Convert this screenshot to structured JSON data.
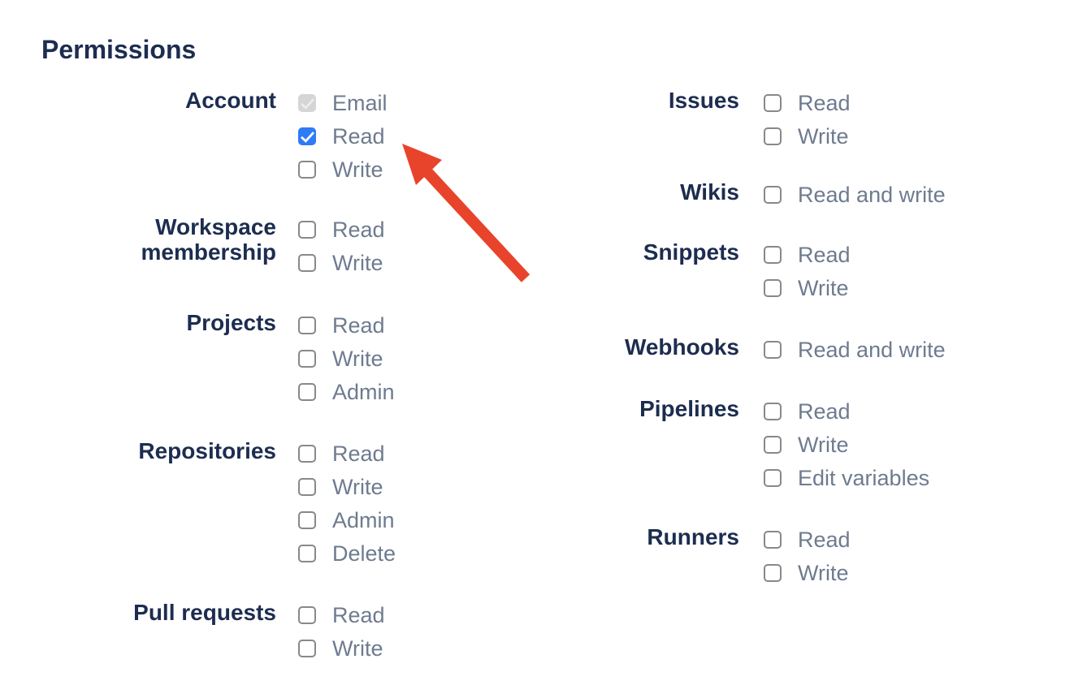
{
  "page": {
    "title": "Permissions"
  },
  "colors": {
    "heading": "#1d2d50",
    "item_label": "#6e7b8f",
    "checkbox_unchecked_border": "#88888d",
    "checkbox_checked_bg": "#2e7bf6",
    "checkbox_disabled_bg": "#d5d5d5",
    "arrow": "#e8432b"
  },
  "groups_left": [
    {
      "label": "Account",
      "items": [
        {
          "label": "Email",
          "state": "checked-disabled"
        },
        {
          "label": "Read",
          "state": "checked"
        },
        {
          "label": "Write",
          "state": "unchecked"
        }
      ]
    },
    {
      "label": "Workspace membership",
      "items": [
        {
          "label": "Read",
          "state": "unchecked"
        },
        {
          "label": "Write",
          "state": "unchecked"
        }
      ]
    },
    {
      "label": "Projects",
      "items": [
        {
          "label": "Read",
          "state": "unchecked"
        },
        {
          "label": "Write",
          "state": "unchecked"
        },
        {
          "label": "Admin",
          "state": "unchecked"
        }
      ]
    },
    {
      "label": "Repositories",
      "items": [
        {
          "label": "Read",
          "state": "unchecked"
        },
        {
          "label": "Write",
          "state": "unchecked"
        },
        {
          "label": "Admin",
          "state": "unchecked"
        },
        {
          "label": "Delete",
          "state": "unchecked"
        }
      ]
    },
    {
      "label": "Pull requests",
      "items": [
        {
          "label": "Read",
          "state": "unchecked"
        },
        {
          "label": "Write",
          "state": "unchecked"
        }
      ]
    }
  ],
  "groups_right": [
    {
      "label": "Issues",
      "items": [
        {
          "label": "Read",
          "state": "unchecked"
        },
        {
          "label": "Write",
          "state": "unchecked"
        }
      ]
    },
    {
      "label": "Wikis",
      "items": [
        {
          "label": "Read and write",
          "state": "unchecked"
        }
      ]
    },
    {
      "label": "Snippets",
      "items": [
        {
          "label": "Read",
          "state": "unchecked"
        },
        {
          "label": "Write",
          "state": "unchecked"
        }
      ]
    },
    {
      "label": "Webhooks",
      "items": [
        {
          "label": "Read and write",
          "state": "unchecked"
        }
      ]
    },
    {
      "label": "Pipelines",
      "items": [
        {
          "label": "Read",
          "state": "unchecked"
        },
        {
          "label": "Write",
          "state": "unchecked"
        },
        {
          "label": "Edit variables",
          "state": "unchecked"
        }
      ]
    },
    {
      "label": "Runners",
      "items": [
        {
          "label": "Read",
          "state": "unchecked"
        },
        {
          "label": "Write",
          "state": "unchecked"
        }
      ]
    }
  ],
  "annotation": {
    "type": "arrow",
    "color": "#e8432b",
    "points_at": "Account Read checkbox"
  }
}
